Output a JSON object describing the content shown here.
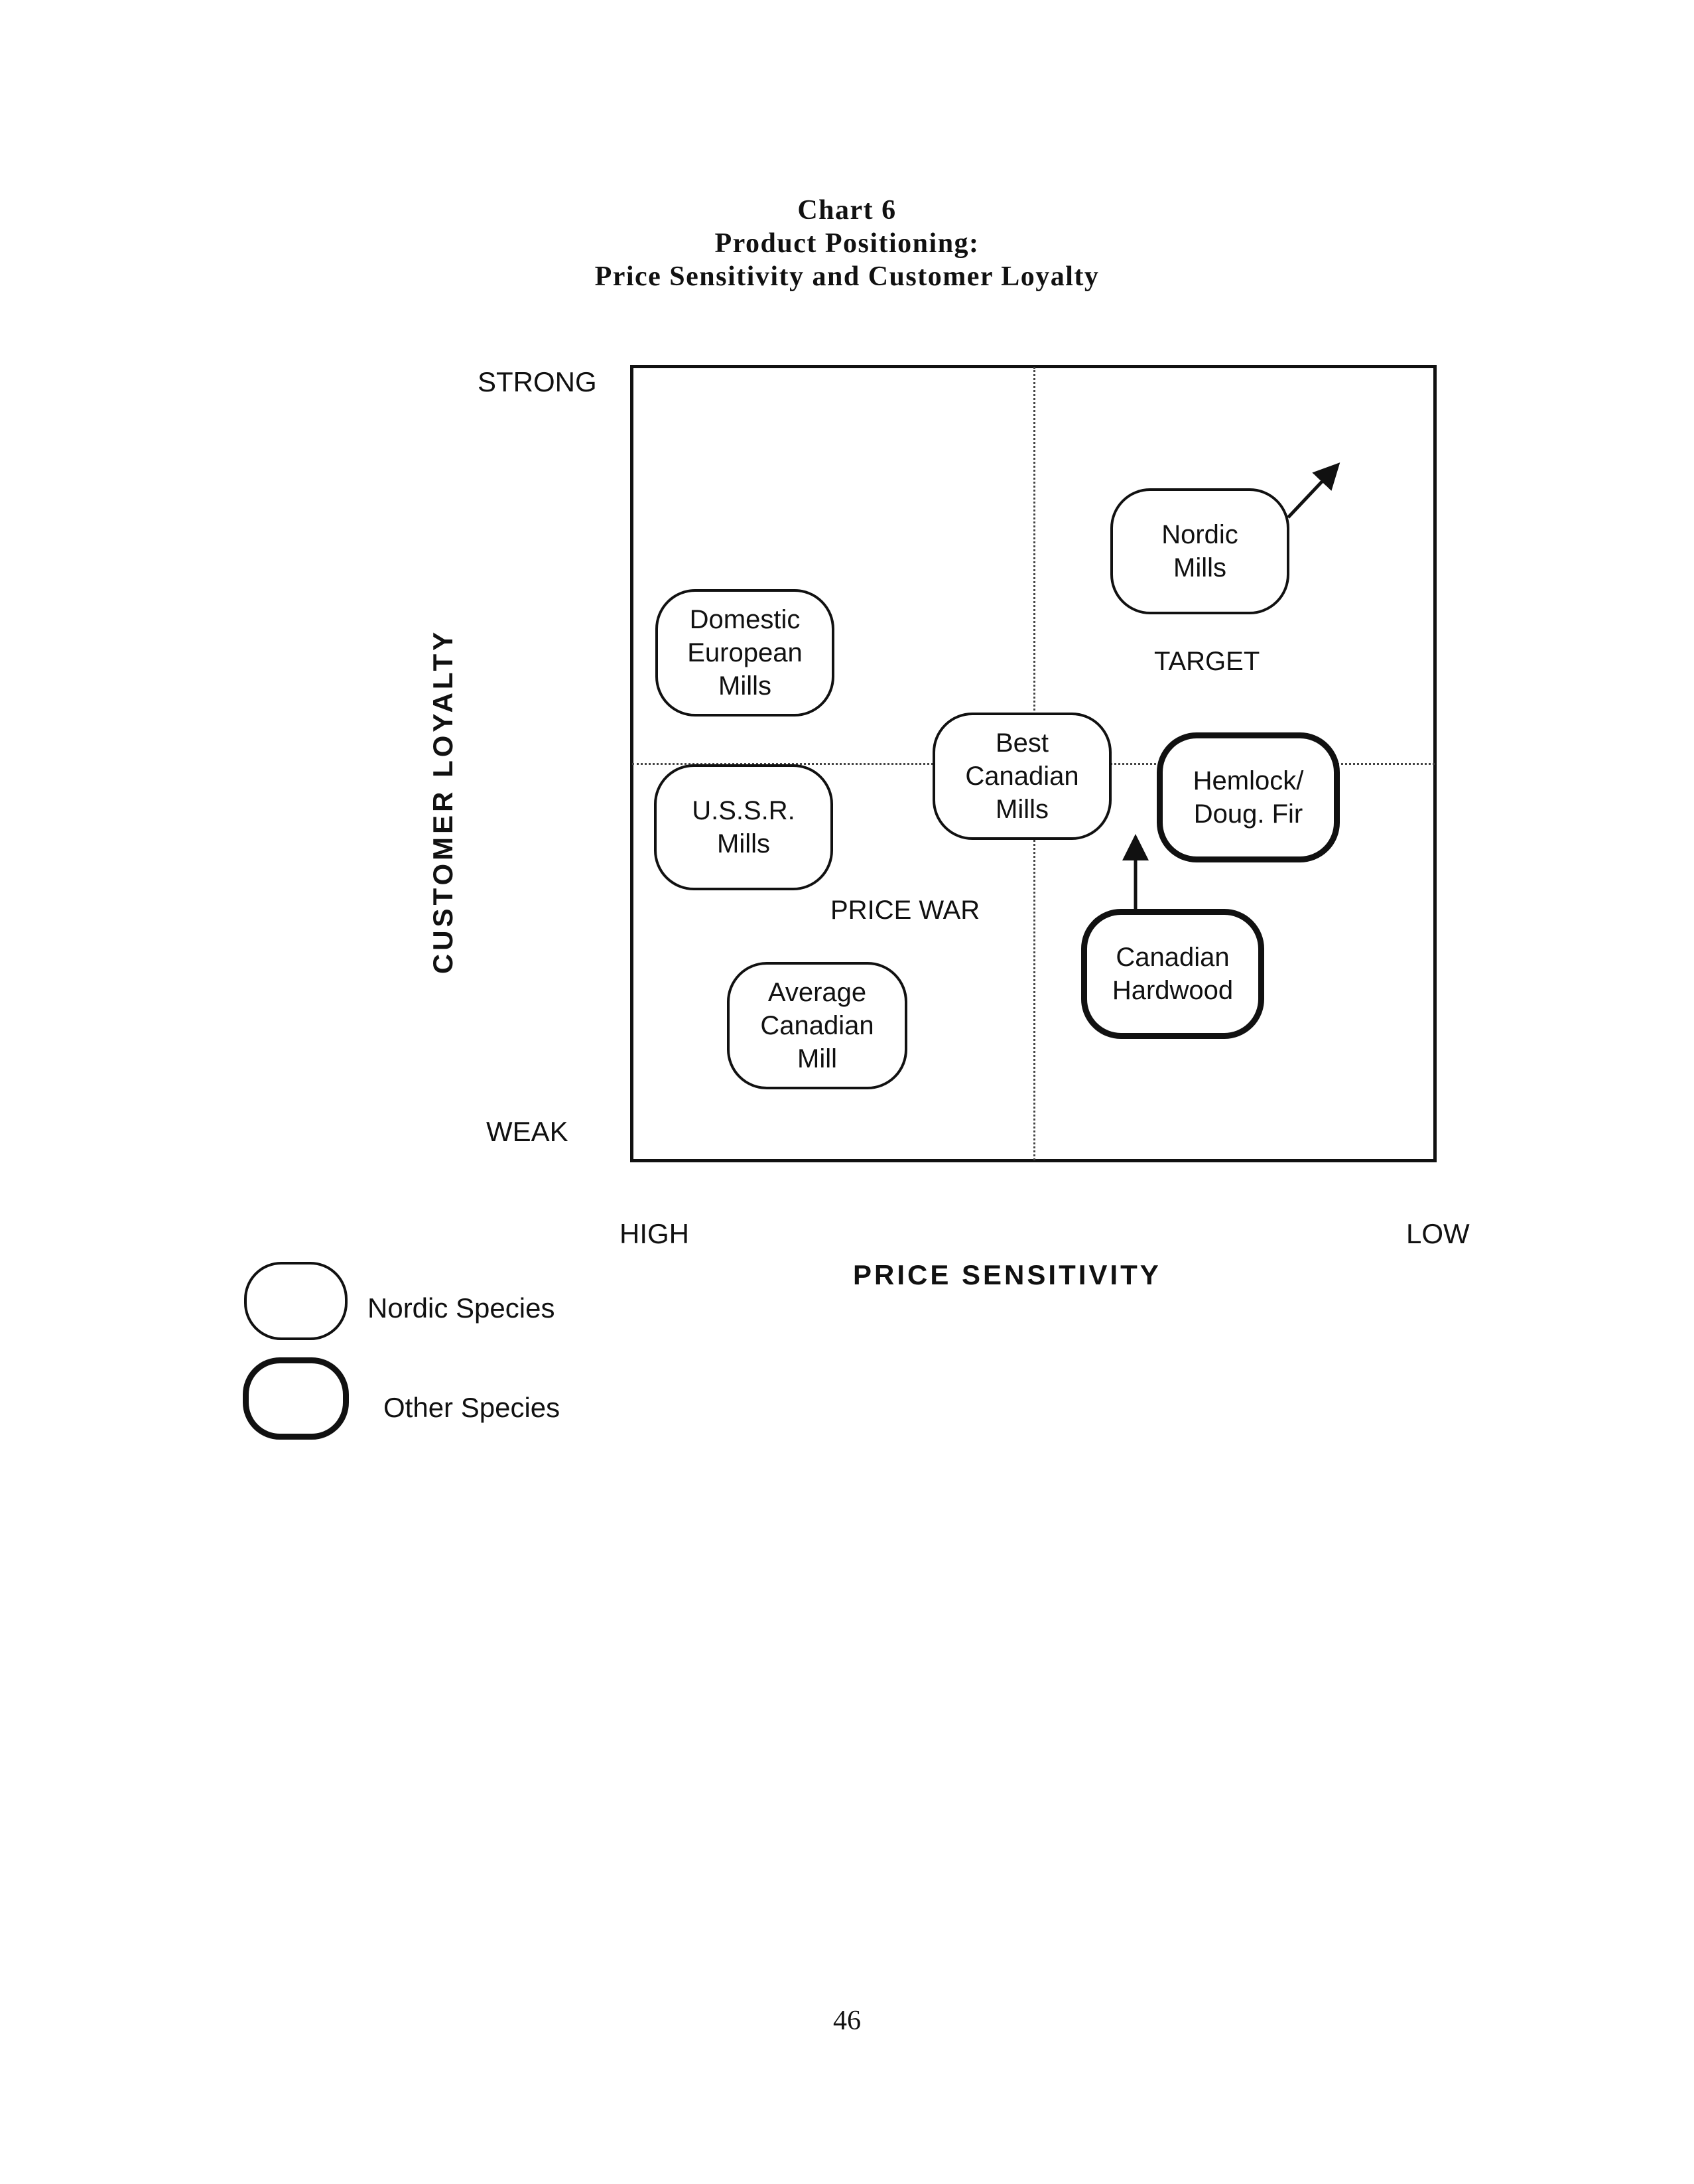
{
  "title": {
    "line1": "Chart 6",
    "line2": "Product Positioning:",
    "line3": "Price Sensitivity and Customer Loyalty"
  },
  "axes": {
    "y_title": "CUSTOMER LOYALTY",
    "y_top": "STRONG",
    "y_bottom": "WEAK",
    "x_title": "PRICE SENSITIVITY",
    "x_left": "HIGH",
    "x_right": "LOW"
  },
  "zones": {
    "target": "TARGET",
    "price_war": "PRICE WAR"
  },
  "nodes": {
    "nordic_mills": {
      "line1": "Nordic",
      "line2": "Mills"
    },
    "domestic_european": {
      "line1": "Domestic",
      "line2": "European",
      "line3": "Mills"
    },
    "best_canadian": {
      "line1": "Best",
      "line2": "Canadian",
      "line3": "Mills"
    },
    "hemlock": {
      "line1": "Hemlock/",
      "line2": "Doug. Fir"
    },
    "ussr": {
      "line1": "U.S.S.R.",
      "line2": "Mills"
    },
    "canadian_hardwood": {
      "line1": "Canadian",
      "line2": "Hardwood"
    },
    "average_canadian": {
      "line1": "Average",
      "line2": "Canadian",
      "line3": "Mill"
    }
  },
  "legend": {
    "nordic": "Nordic Species",
    "other": "Other Species"
  },
  "page_number": "46",
  "colors": {
    "ink": "#111111",
    "paper": "#ffffff"
  }
}
